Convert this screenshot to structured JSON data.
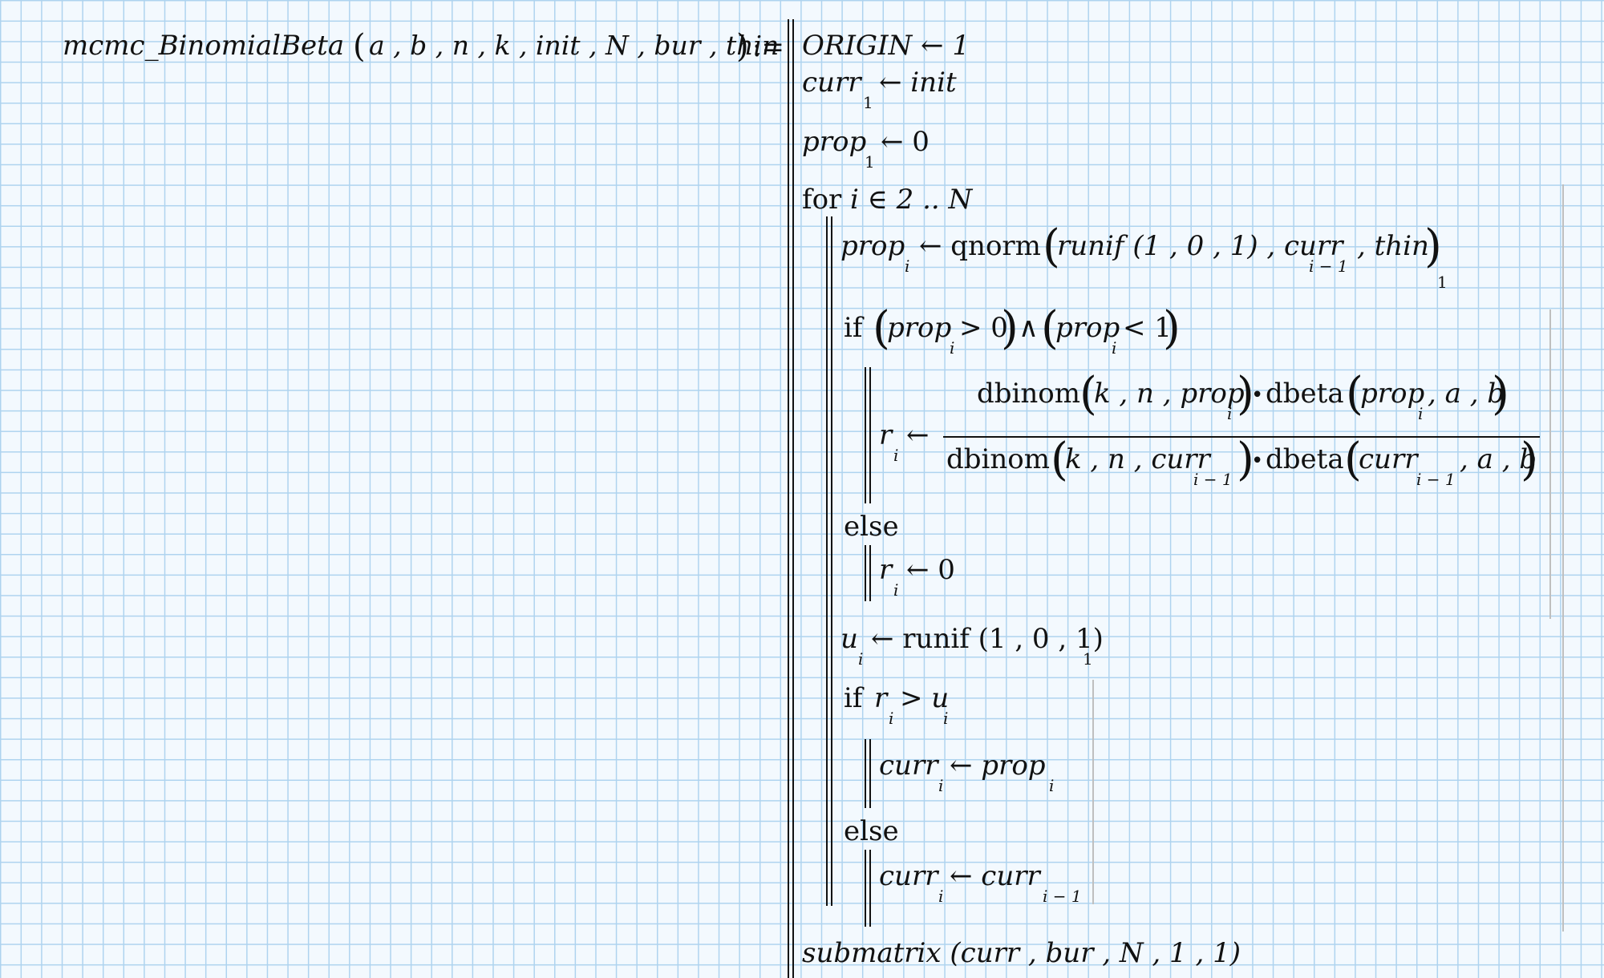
{
  "func": {
    "name": "mcmc_BinomialBeta",
    "lparen": "(",
    "rparen": ")",
    "params_text": "a , b , n , k , init , N , bur , thin",
    "assign": ":="
  },
  "lines": {
    "origin": "ORIGIN ← 1",
    "curr_init_lhs": "curr",
    "curr_init_sub": "1",
    "curr_init_rhs": "← init",
    "prop_init_lhs": "prop",
    "prop_init_sub": "1",
    "prop_init_rhs": "← 0",
    "for_kw": "for",
    "for_range": "i ∈ 2 .. N",
    "prop_i_lhs": "prop",
    "prop_i_sub": "i",
    "prop_i_fn": "← qnorm",
    "prop_i_args_a": "runif (1 , 0 , 1) , curr",
    "prop_i_args_sub": "i − 1",
    "prop_i_args_b": ", thin",
    "prop_i_outsub": "1",
    "if1_kw": "if",
    "if1_a": "prop",
    "if1_a_sub": "i",
    "if1_a_op": "> 0",
    "if1_and": "∧",
    "if1_b": "prop",
    "if1_b_sub": "i",
    "if1_b_op": "< 1",
    "r_lhs": "r",
    "r_sub": "i",
    "r_arrow": "←",
    "num_fn1": "dbinom",
    "num_args1": "k , n , prop",
    "num_args1_sub": "i",
    "num_dot": "•",
    "num_fn2": "dbeta",
    "num_args2": "prop",
    "num_args2_sub": "i",
    "num_args2_rest": ", a , b",
    "den_fn1": "dbinom",
    "den_args1": "k , n , curr",
    "den_args1_sub": "i − 1",
    "den_dot": "•",
    "den_fn2": "dbeta",
    "den_args2": "curr",
    "den_args2_sub": "i − 1",
    "den_args2_rest": ", a , b",
    "else1_kw": "else",
    "r0_lhs": "r",
    "r0_sub": "i",
    "r0_rhs": "← 0",
    "u_lhs": "u",
    "u_sub": "i",
    "u_rhs": "← runif (1 , 0 , 1)",
    "u_outsub": "1",
    "if2_kw": "if",
    "if2_a": "r",
    "if2_a_sub": "i",
    "if2_op": "> u",
    "if2_b_sub": "i",
    "acc_lhs": "curr",
    "acc_sub": "i",
    "acc_rhs": "← prop",
    "acc_rhs_sub": "i",
    "else2_kw": "else",
    "rej_lhs": "curr",
    "rej_sub": "i",
    "rej_rhs": "← curr",
    "rej_rhs_sub": "i − 1",
    "ret": "submatrix (curr , bur , N , 1 , 1)"
  }
}
